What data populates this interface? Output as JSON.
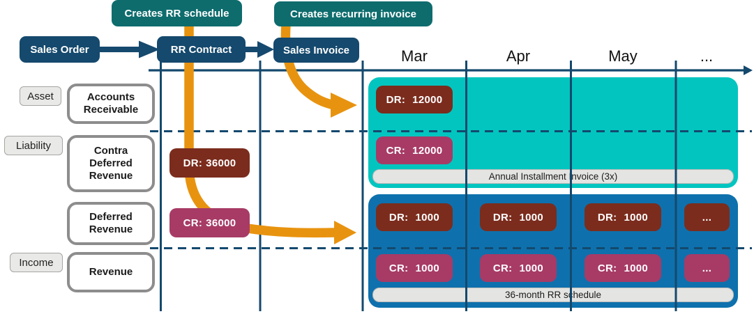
{
  "flow": {
    "creates_rr_schedule": "Creates RR schedule",
    "creates_recurring_invoice": "Creates recurring invoice",
    "sales_order": "Sales Order",
    "rr_contract": "RR Contract",
    "sales_invoice": "Sales Invoice"
  },
  "timeline": {
    "months": [
      "Mar",
      "Apr",
      "May",
      "..."
    ]
  },
  "accounts": {
    "categories": [
      "Asset",
      "Liability",
      "Income"
    ],
    "names": [
      "Accounts Receivable",
      "Contra Deferred Revenue",
      "Deferred Revenue",
      "Revenue"
    ]
  },
  "contract_entries": {
    "dr": {
      "label": "DR:",
      "value": "36000"
    },
    "cr": {
      "label": "CR:",
      "value": "36000"
    }
  },
  "invoice_block": {
    "caption": "Annual Installment Invoice (3x)",
    "dr": {
      "label": "DR:",
      "value": "12000"
    },
    "cr": {
      "label": "CR:",
      "value": "12000"
    }
  },
  "schedule_block": {
    "caption": "36-month RR schedule",
    "dr_row": [
      {
        "label": "DR:",
        "value": "1000"
      },
      {
        "label": "DR:",
        "value": "1000"
      },
      {
        "label": "DR:",
        "value": "1000"
      },
      {
        "label": "...",
        "value": ""
      }
    ],
    "cr_row": [
      {
        "label": "CR:",
        "value": "1000"
      },
      {
        "label": "CR:",
        "value": "1000"
      },
      {
        "label": "CR:",
        "value": "1000"
      },
      {
        "label": "...",
        "value": ""
      }
    ]
  },
  "colors": {
    "navy": "#15496d",
    "teal_badge": "#0e6c6d",
    "turquoise_region": "#02c5c0",
    "blue_region": "#0e71ad",
    "debit_red": "#7b2c1d",
    "credit_magenta": "#a73b66",
    "orange_arrow": "#e8930f"
  }
}
